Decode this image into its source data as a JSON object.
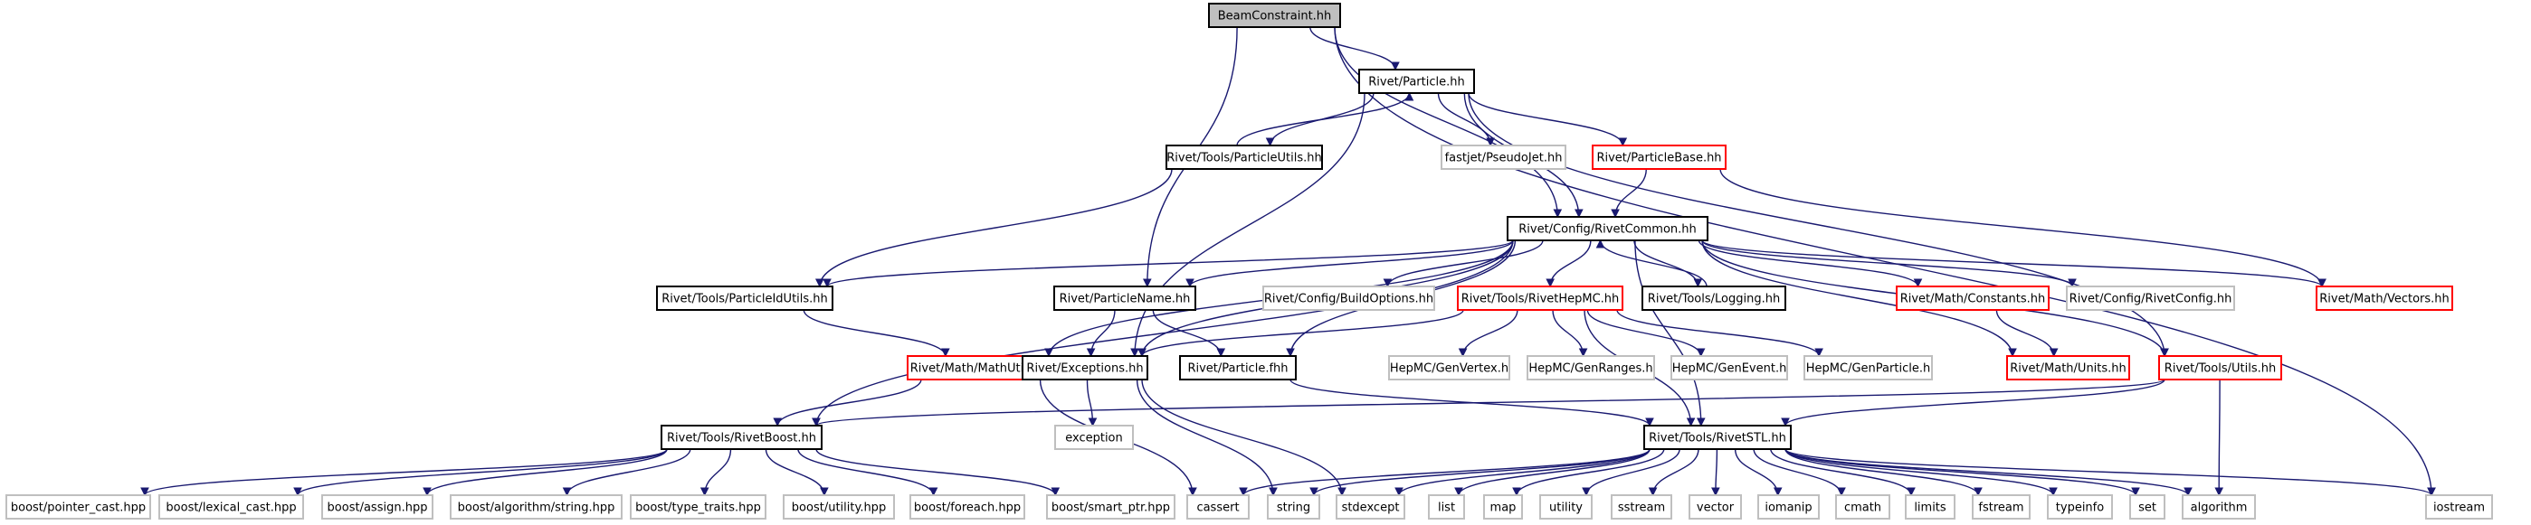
{
  "diagram": {
    "colors": {
      "edge": "#191970",
      "border_normal": "#000000",
      "border_truncated": "#ff0000",
      "border_external": "#bfbfbf",
      "fill_root": "#bfbfbf",
      "fill_default": "#ffffff"
    },
    "nodes": [
      {
        "id": "beamconstraint",
        "label": "BeamConstraint.hh",
        "kind": "root"
      },
      {
        "id": "particle",
        "label": "Rivet/Particle.hh",
        "kind": "normal"
      },
      {
        "id": "particleutils",
        "label": "Rivet/Tools/ParticleUtils.hh",
        "kind": "normal"
      },
      {
        "id": "pseudojet",
        "label": "fastjet/PseudoJet.hh",
        "kind": "external"
      },
      {
        "id": "particlebase",
        "label": "Rivet/ParticleBase.hh",
        "kind": "truncated"
      },
      {
        "id": "rivetcommon",
        "label": "Rivet/Config/RivetCommon.hh",
        "kind": "normal"
      },
      {
        "id": "particleidutils",
        "label": "Rivet/Tools/ParticleIdUtils.hh",
        "kind": "normal"
      },
      {
        "id": "particlename",
        "label": "Rivet/ParticleName.hh",
        "kind": "normal"
      },
      {
        "id": "buildoptions",
        "label": "Rivet/Config/BuildOptions.hh",
        "kind": "external"
      },
      {
        "id": "rivethepmc",
        "label": "Rivet/Tools/RivetHepMC.hh",
        "kind": "truncated"
      },
      {
        "id": "logging",
        "label": "Rivet/Tools/Logging.hh",
        "kind": "normal"
      },
      {
        "id": "constants",
        "label": "Rivet/Math/Constants.hh",
        "kind": "truncated"
      },
      {
        "id": "rivetconfig",
        "label": "Rivet/Config/RivetConfig.hh",
        "kind": "external"
      },
      {
        "id": "vectors",
        "label": "Rivet/Math/Vectors.hh",
        "kind": "truncated"
      },
      {
        "id": "mathutils",
        "label": "Rivet/Math/MathUtils.hh",
        "kind": "truncated"
      },
      {
        "id": "exceptions",
        "label": "Rivet/Exceptions.hh",
        "kind": "normal"
      },
      {
        "id": "particlefhh",
        "label": "Rivet/Particle.fhh",
        "kind": "normal"
      },
      {
        "id": "genvertex",
        "label": "HepMC/GenVertex.h",
        "kind": "external"
      },
      {
        "id": "genranges",
        "label": "HepMC/GenRanges.h",
        "kind": "external"
      },
      {
        "id": "genevent",
        "label": "HepMC/GenEvent.h",
        "kind": "external"
      },
      {
        "id": "genparticle",
        "label": "HepMC/GenParticle.h",
        "kind": "external"
      },
      {
        "id": "units",
        "label": "Rivet/Math/Units.hh",
        "kind": "truncated"
      },
      {
        "id": "utils",
        "label": "Rivet/Tools/Utils.hh",
        "kind": "truncated"
      },
      {
        "id": "exception",
        "label": "exception",
        "kind": "external"
      },
      {
        "id": "rivetboost",
        "label": "Rivet/Tools/RivetBoost.hh",
        "kind": "normal"
      },
      {
        "id": "rivetstl",
        "label": "Rivet/Tools/RivetSTL.hh",
        "kind": "normal"
      },
      {
        "id": "pointer_cast",
        "label": "boost/pointer_cast.hpp",
        "kind": "external"
      },
      {
        "id": "lexical_cast",
        "label": "boost/lexical_cast.hpp",
        "kind": "external"
      },
      {
        "id": "assign",
        "label": "boost/assign.hpp",
        "kind": "external"
      },
      {
        "id": "algostring",
        "label": "boost/algorithm/string.hpp",
        "kind": "external"
      },
      {
        "id": "type_traits",
        "label": "boost/type_traits.hpp",
        "kind": "external"
      },
      {
        "id": "utility_hpp",
        "label": "boost/utility.hpp",
        "kind": "external"
      },
      {
        "id": "foreach",
        "label": "boost/foreach.hpp",
        "kind": "external"
      },
      {
        "id": "smart_ptr",
        "label": "boost/smart_ptr.hpp",
        "kind": "external"
      },
      {
        "id": "cassert",
        "label": "cassert",
        "kind": "external"
      },
      {
        "id": "string",
        "label": "string",
        "kind": "external"
      },
      {
        "id": "stdexcept",
        "label": "stdexcept",
        "kind": "external"
      },
      {
        "id": "list",
        "label": "list",
        "kind": "external"
      },
      {
        "id": "map",
        "label": "map",
        "kind": "external"
      },
      {
        "id": "utility",
        "label": "utility",
        "kind": "external"
      },
      {
        "id": "sstream",
        "label": "sstream",
        "kind": "external"
      },
      {
        "id": "vector",
        "label": "vector",
        "kind": "external"
      },
      {
        "id": "iomanip",
        "label": "iomanip",
        "kind": "external"
      },
      {
        "id": "cmath",
        "label": "cmath",
        "kind": "external"
      },
      {
        "id": "limits",
        "label": "limits",
        "kind": "external"
      },
      {
        "id": "fstream",
        "label": "fstream",
        "kind": "external"
      },
      {
        "id": "typeinfo",
        "label": "typeinfo",
        "kind": "external"
      },
      {
        "id": "set",
        "label": "set",
        "kind": "external"
      },
      {
        "id": "algorithm",
        "label": "algorithm",
        "kind": "external"
      },
      {
        "id": "iostream",
        "label": "iostream",
        "kind": "external"
      }
    ],
    "edges": [
      [
        "beamconstraint",
        "particle"
      ],
      [
        "beamconstraint",
        "rivetcommon"
      ],
      [
        "beamconstraint",
        "particlename"
      ],
      [
        "beamconstraint",
        "iostream"
      ],
      [
        "particle",
        "particleutils"
      ],
      [
        "particleutils",
        "particle"
      ],
      [
        "particle",
        "pseudojet"
      ],
      [
        "particle",
        "particlebase"
      ],
      [
        "particle",
        "rivetcommon"
      ],
      [
        "particle",
        "utils"
      ],
      [
        "particle",
        "exceptions"
      ],
      [
        "particleutils",
        "particleidutils"
      ],
      [
        "particlebase",
        "rivetcommon"
      ],
      [
        "particlebase",
        "vectors"
      ],
      [
        "rivetcommon",
        "particleidutils"
      ],
      [
        "rivetcommon",
        "particlename"
      ],
      [
        "rivetcommon",
        "buildoptions"
      ],
      [
        "rivetcommon",
        "rivethepmc"
      ],
      [
        "rivetcommon",
        "logging"
      ],
      [
        "logging",
        "rivetcommon"
      ],
      [
        "rivetcommon",
        "constants"
      ],
      [
        "rivetcommon",
        "rivetconfig"
      ],
      [
        "rivetcommon",
        "vectors"
      ],
      [
        "rivetcommon",
        "mathutils"
      ],
      [
        "rivetcommon",
        "exceptions"
      ],
      [
        "rivetcommon",
        "particlefhh"
      ],
      [
        "rivetcommon",
        "units"
      ],
      [
        "rivetcommon",
        "utils"
      ],
      [
        "rivetcommon",
        "rivetboost"
      ],
      [
        "rivetcommon",
        "rivetstl"
      ],
      [
        "particleidutils",
        "mathutils"
      ],
      [
        "particlename",
        "exceptions"
      ],
      [
        "particlename",
        "particlefhh"
      ],
      [
        "rivethepmc",
        "exceptions"
      ],
      [
        "rivethepmc",
        "genvertex"
      ],
      [
        "rivethepmc",
        "genranges"
      ],
      [
        "rivethepmc",
        "genevent"
      ],
      [
        "rivethepmc",
        "genparticle"
      ],
      [
        "rivethepmc",
        "rivetstl"
      ],
      [
        "constants",
        "units"
      ],
      [
        "mathutils",
        "rivetboost"
      ],
      [
        "mathutils",
        "cassert"
      ],
      [
        "exceptions",
        "exception"
      ],
      [
        "exceptions",
        "string"
      ],
      [
        "exceptions",
        "stdexcept"
      ],
      [
        "particlefhh",
        "rivetstl"
      ],
      [
        "utils",
        "rivetboost"
      ],
      [
        "utils",
        "rivetstl"
      ],
      [
        "utils",
        "algorithm"
      ],
      [
        "rivetboost",
        "pointer_cast"
      ],
      [
        "rivetboost",
        "lexical_cast"
      ],
      [
        "rivetboost",
        "assign"
      ],
      [
        "rivetboost",
        "algostring"
      ],
      [
        "rivetboost",
        "type_traits"
      ],
      [
        "rivetboost",
        "utility_hpp"
      ],
      [
        "rivetboost",
        "foreach"
      ],
      [
        "rivetboost",
        "smart_ptr"
      ],
      [
        "rivetstl",
        "cassert"
      ],
      [
        "rivetstl",
        "string"
      ],
      [
        "rivetstl",
        "stdexcept"
      ],
      [
        "rivetstl",
        "list"
      ],
      [
        "rivetstl",
        "map"
      ],
      [
        "rivetstl",
        "utility"
      ],
      [
        "rivetstl",
        "sstream"
      ],
      [
        "rivetstl",
        "vector"
      ],
      [
        "rivetstl",
        "iomanip"
      ],
      [
        "rivetstl",
        "cmath"
      ],
      [
        "rivetstl",
        "limits"
      ],
      [
        "rivetstl",
        "fstream"
      ],
      [
        "rivetstl",
        "typeinfo"
      ],
      [
        "rivetstl",
        "set"
      ],
      [
        "rivetstl",
        "algorithm"
      ],
      [
        "rivetstl",
        "iostream"
      ]
    ]
  }
}
